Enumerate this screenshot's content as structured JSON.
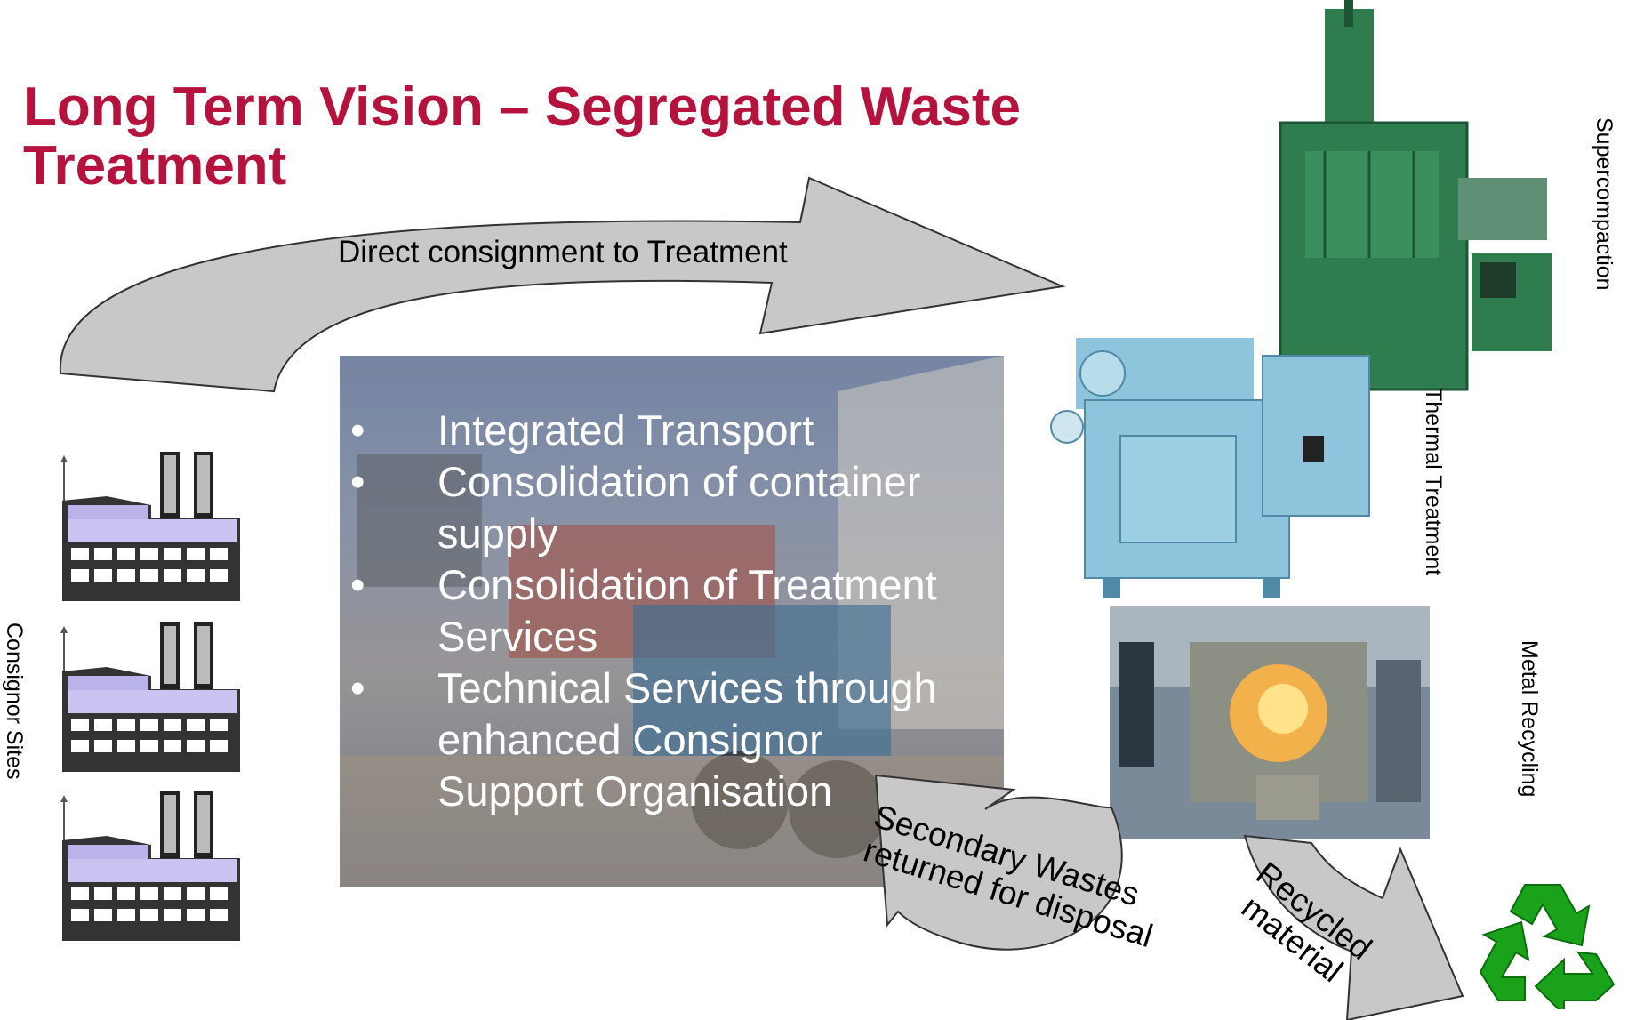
{
  "title": "Long Term Vision – Segregated Waste Treatment",
  "arrows": {
    "direct": "Direct consignment to Treatment",
    "secondary_line1": "Secondary Wastes",
    "secondary_line2": "returned for disposal",
    "recycled_line1": "Recycled",
    "recycled_line2": "material"
  },
  "bullets": [
    "Integrated Transport",
    "Consolidation of container supply",
    "Consolidation of Treatment Services",
    "Technical Services through enhanced Consignor Support Organisation"
  ],
  "side_labels": {
    "consignor": "Consignor Sites",
    "supercompaction": "Supercompaction",
    "thermal": "Thermal Treatment",
    "metal": "Metal Recycling"
  },
  "colors": {
    "title": "#b5123e",
    "arrow_fill": "#c8c8c8",
    "recycle_green": "#1aa31a",
    "machine_green": "#2f7d4e",
    "machine_blue": "#8fc5dc"
  },
  "icons": [
    "factory-icon",
    "factory-icon",
    "factory-icon",
    "recycle-icon"
  ]
}
